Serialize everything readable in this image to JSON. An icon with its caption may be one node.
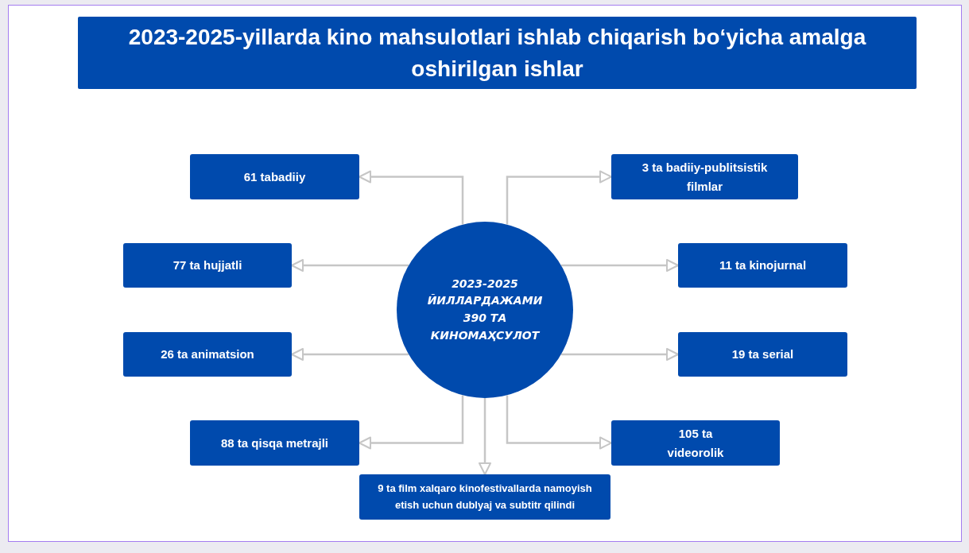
{
  "diagram": {
    "title": "2023-2025-yillarda kino mahsulotlari ishlab chiqarish bo‘yicha amalga oshirilgan ishlar",
    "nodes": [
      {
        "text": [
          "2023-2025 ЙИЛЛАРДАЖАМИ 390 ТА КИНОМАҲСУЛОТ"
        ]
      },
      {
        "text": [
          "61 tabadiiy"
        ]
      },
      {
        "text": [
          "3 ta badiiy-publitsistik filmlar"
        ]
      },
      {
        "text": [
          "77 ta hujjatli"
        ]
      },
      {
        "text": [
          "11 ta kinojurnal"
        ]
      },
      {
        "text": [
          "26 ta animatsion"
        ]
      },
      {
        "text": [
          "19 ta serial"
        ]
      },
      {
        "text": [
          "88 ta qisqa metrajli"
        ]
      },
      {
        "text": [
          "105 ta videorolik"
        ]
      },
      {
        "text": [
          "9 ta film xalqaro kinofestivallarda namoyish etish uchun dublyaj va subtitr qilindi"
        ]
      }
    ],
    "edges": [
      {
        "from": 0,
        "to": 1,
        "arrow": "to"
      },
      {
        "from": 0,
        "to": 2,
        "arrow": "to"
      },
      {
        "from": 0,
        "to": 3,
        "arrow": "to"
      },
      {
        "from": 0,
        "to": 4,
        "arrow": "to"
      },
      {
        "from": 0,
        "to": 5,
        "arrow": "to"
      },
      {
        "from": 0,
        "to": 6,
        "arrow": "to"
      },
      {
        "from": 0,
        "to": 7,
        "arrow": "to"
      },
      {
        "from": 0,
        "to": 8,
        "arrow": "to"
      },
      {
        "from": 0,
        "to": 9,
        "arrow": "to"
      }
    ]
  }
}
